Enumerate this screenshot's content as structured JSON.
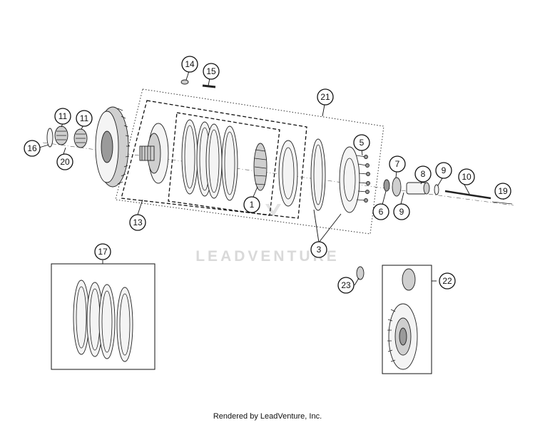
{
  "watermark": "LEADVENTURE",
  "footer": "Rendered by LeadVenture, Inc.",
  "callouts": {
    "c1": "1",
    "c3": "3",
    "c5": "5",
    "c6": "6",
    "c7": "7",
    "c8": "8",
    "c9a": "9",
    "c9b": "9",
    "c10": "10",
    "c11a": "11",
    "c11b": "11",
    "c13": "13",
    "c14": "14",
    "c15": "15",
    "c16": "16",
    "c17": "17",
    "c19": "19",
    "c20": "20",
    "c21": "21",
    "c22": "22",
    "c23": "23"
  }
}
